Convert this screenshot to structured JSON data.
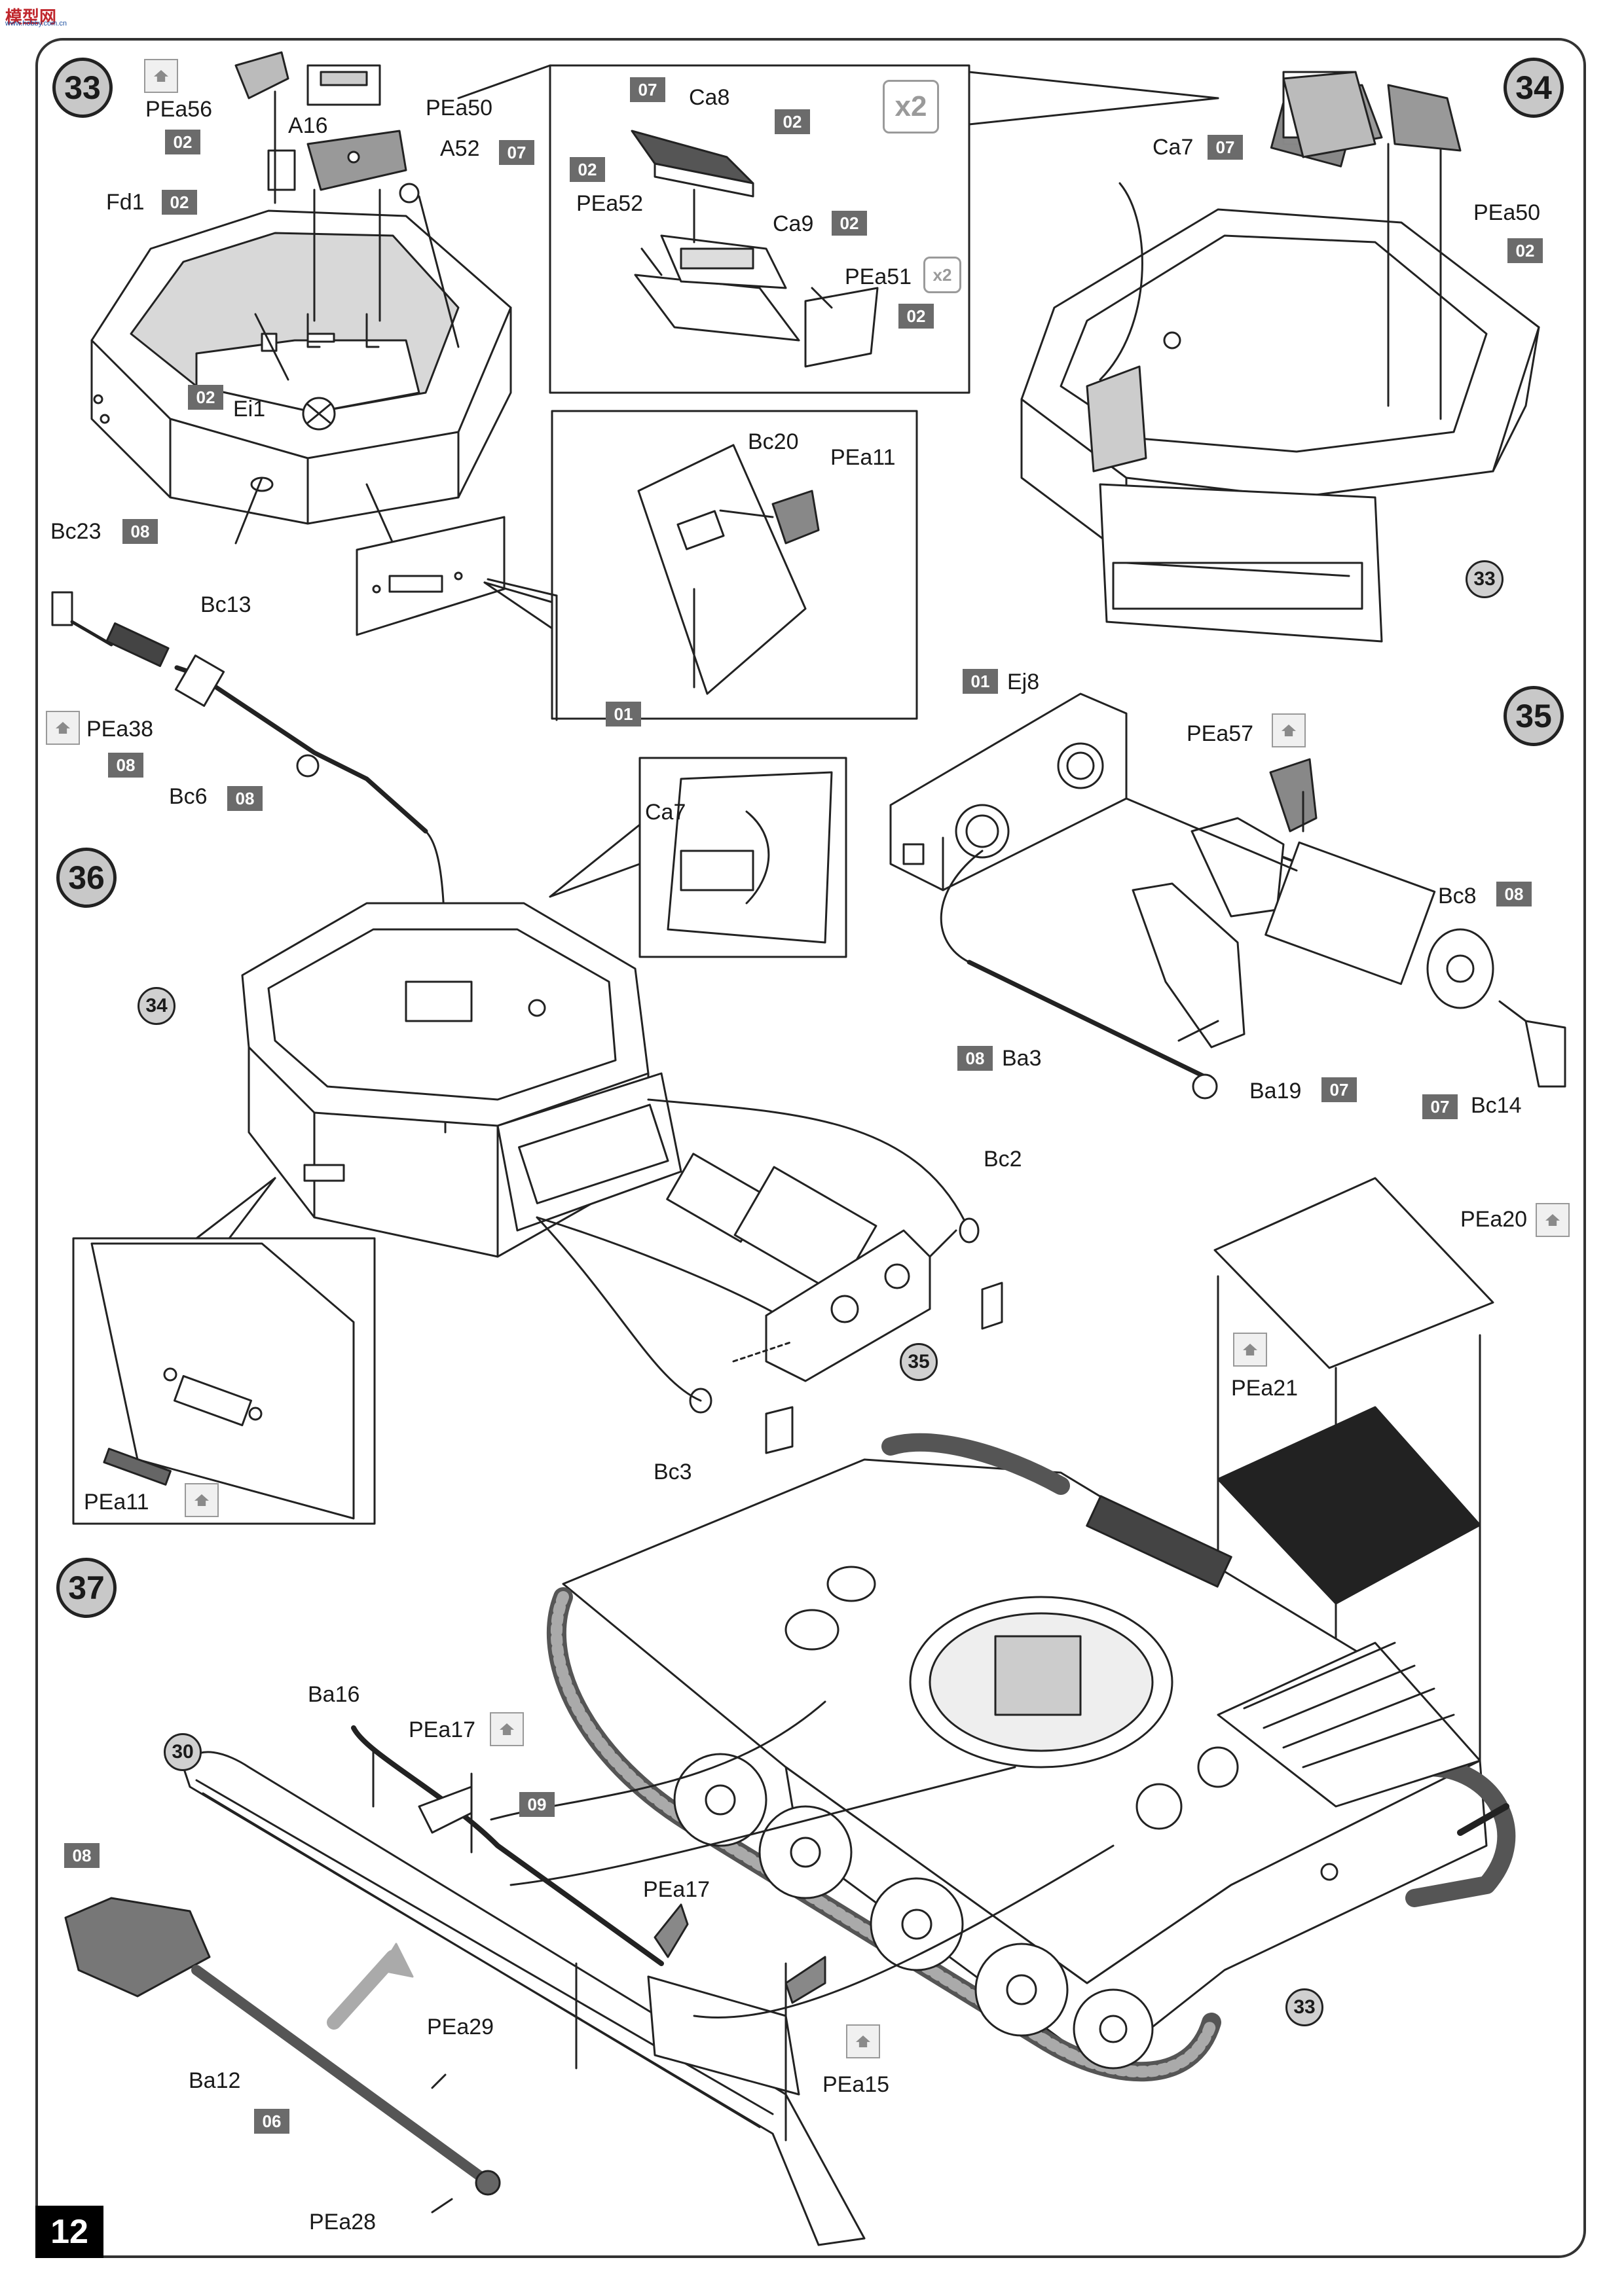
{
  "page": {
    "number": "12"
  },
  "watermark": {
    "logo": "模型网",
    "sub": "www.hobby.com.cn"
  },
  "steps": {
    "s33": "33",
    "s34": "34",
    "s35": "35",
    "s36": "36",
    "s37": "37"
  },
  "refs": {
    "r33a": "33",
    "r33b": "33",
    "r34": "34",
    "r35": "35",
    "r30": "30"
  },
  "parts": {
    "PEa56": "PEa56",
    "A16": "A16",
    "PEa50a": "PEa50",
    "A52": "A52",
    "Fd1": "Fd1",
    "Ei1": "Ei1",
    "Bc13": "Bc13",
    "Bc23": "Bc23",
    "PEa38": "PEa38",
    "Bc6": "Bc6",
    "Ca8": "Ca8",
    "PEa52": "PEa52",
    "Ca9": "Ca9",
    "PEa51": "PEa51",
    "Bc20": "Bc20",
    "PEa11a": "PEa11",
    "Ca7a": "Ca7",
    "PEa50b": "PEa50",
    "Ej8": "Ej8",
    "PEa57": "PEa57",
    "Bc8": "Bc8",
    "Ba3": "Ba3",
    "Ba19": "Ba19",
    "Bc14": "Bc14",
    "Ca7b": "Ca7",
    "Bc2": "Bc2",
    "Bc3": "Bc3",
    "PEa11b": "PEa11",
    "PEa20": "PEa20",
    "PEa21": "PEa21",
    "Ba16": "Ba16",
    "PEa17a": "PEa17",
    "PEa17b": "PEa17",
    "Ba12": "Ba12",
    "PEa29": "PEa29",
    "PEa28": "PEa28",
    "PEa15": "PEa15"
  },
  "sprues": {
    "sp_pea56": "02",
    "sp_a52": "07",
    "sp_fd1": "02",
    "sp_ei1": "02",
    "sp_bc23": "08",
    "sp_pea38": "08",
    "sp_bc6": "08",
    "sp_ca8": "07",
    "sp_ca8b": "02",
    "sp_pea52": "02",
    "sp_ca9": "02",
    "sp_pea51": "02",
    "sp_bc20": "01",
    "sp_ca7": "07",
    "sp_pea50b": "02",
    "sp_ej8": "01",
    "sp_bc8": "08",
    "sp_ba3": "08",
    "sp_ba19": "07",
    "sp_bc14": "07",
    "sp_09": "09",
    "sp_shovel": "08",
    "sp_ba12": "06"
  },
  "multipliers": {
    "x2a": "x2",
    "x2b": "x2"
  }
}
